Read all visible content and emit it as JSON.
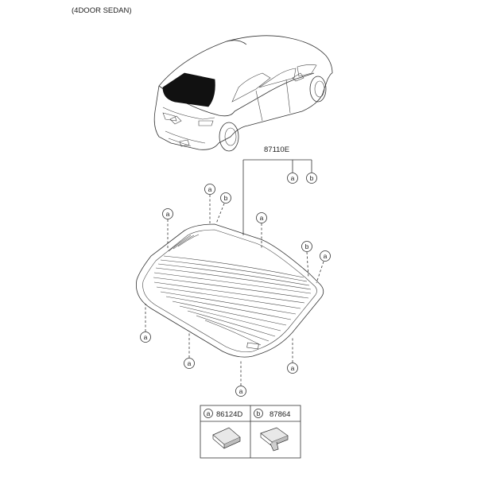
{
  "header": {
    "title": "(4DOOR SEDAN)"
  },
  "assembly": {
    "part_number": "87110E",
    "callouts": [
      "a",
      "b"
    ]
  },
  "glass_callouts": [
    "a",
    "b",
    "a",
    "a",
    "b",
    "a",
    "a",
    "a",
    "a",
    "a"
  ],
  "legend": {
    "items": [
      {
        "letter": "a",
        "part_number": "86124D",
        "icon": "glass-molding-clip-icon"
      },
      {
        "letter": "b",
        "part_number": "87864",
        "icon": "glass-fastener-clip-icon"
      }
    ]
  }
}
